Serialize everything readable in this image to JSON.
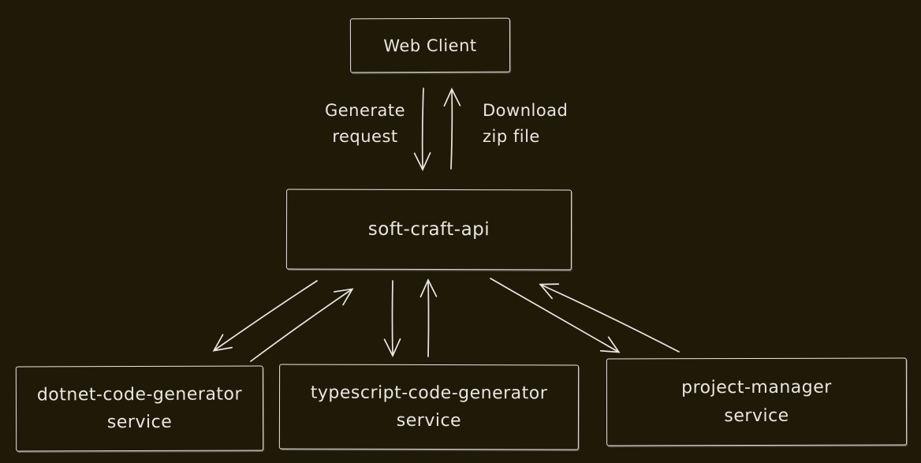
{
  "canvas": {
    "background_color": "#1f1a08",
    "stroke_color": "#e9e7e2",
    "text_color": "#e8e6e0",
    "style": "hand-drawn"
  },
  "nodes": {
    "web_client": {
      "label": "Web Client"
    },
    "api": {
      "label": "soft-craft-api"
    },
    "dotnet": {
      "line1": "dotnet-code-generator",
      "line2": "service"
    },
    "typescript": {
      "line1": "typescript-code-generator",
      "line2": "service"
    },
    "project_manager": {
      "line1": "project-manager",
      "line2": "service"
    }
  },
  "edge_labels": {
    "generate": {
      "line1": "Generate",
      "line2": "request"
    },
    "download": {
      "line1": "Download",
      "line2": "zip file"
    }
  },
  "edges": [
    {
      "from": "Web Client",
      "to": "soft-craft-api",
      "label": "Generate request",
      "direction": "down"
    },
    {
      "from": "soft-craft-api",
      "to": "Web Client",
      "label": "Download zip file",
      "direction": "up"
    },
    {
      "from": "soft-craft-api",
      "to": "dotnet-code-generator service",
      "direction": "bidirectional"
    },
    {
      "from": "soft-craft-api",
      "to": "typescript-code-generator service",
      "direction": "bidirectional"
    },
    {
      "from": "soft-craft-api",
      "to": "project-manager service",
      "direction": "bidirectional"
    }
  ]
}
